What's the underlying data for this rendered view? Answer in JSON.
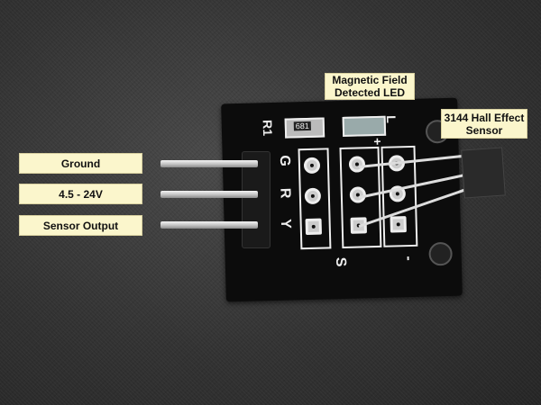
{
  "labels": {
    "ground": "Ground",
    "voltage": "4.5 - 24V",
    "sensor_output": "Sensor Output",
    "led": "Magnetic Field Detected LED",
    "sensor": "3144 Hall Effect Sensor"
  },
  "silkscreen": {
    "r1": "R1",
    "g": "G",
    "r": "R",
    "y": "Y",
    "s": "S",
    "minus": "-",
    "plus": "+",
    "l": "L",
    "resistor_code": "681"
  },
  "colors": {
    "label_bg": "#fbf6cc",
    "pcb": "#0c0c0c",
    "background": "#3a3a3a"
  }
}
